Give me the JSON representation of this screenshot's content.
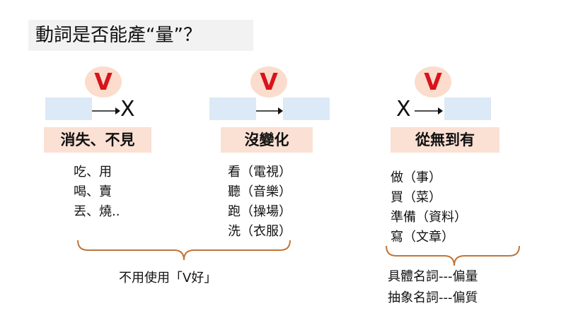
{
  "title": "動詞是否能產“量”？",
  "verb_symbol": "V",
  "x_symbol": "X",
  "groups": [
    {
      "label": "消失、不見",
      "examples": [
        "吃、用",
        "喝、賣",
        "丟、燒.."
      ]
    },
    {
      "label": "沒變化",
      "examples": [
        "看（電視）",
        "聽（音樂）",
        "跑（操場）",
        "洗（衣服）"
      ]
    },
    {
      "label": "從無到有",
      "examples": [
        "做（事）",
        "買（菜）",
        "準備（資料）",
        "寫（文章）"
      ]
    }
  ],
  "left_note": "不用使用「V好」",
  "right_notes": [
    "具體名詞---偏量",
    "抽象名詞---偏質"
  ],
  "colors": {
    "verb_circle": "#fbdccd",
    "verb_letter": "#d8141b",
    "blue_box": "#dce9f6",
    "label_bar": "#fbe0d4",
    "bracket": "#c0753a"
  }
}
